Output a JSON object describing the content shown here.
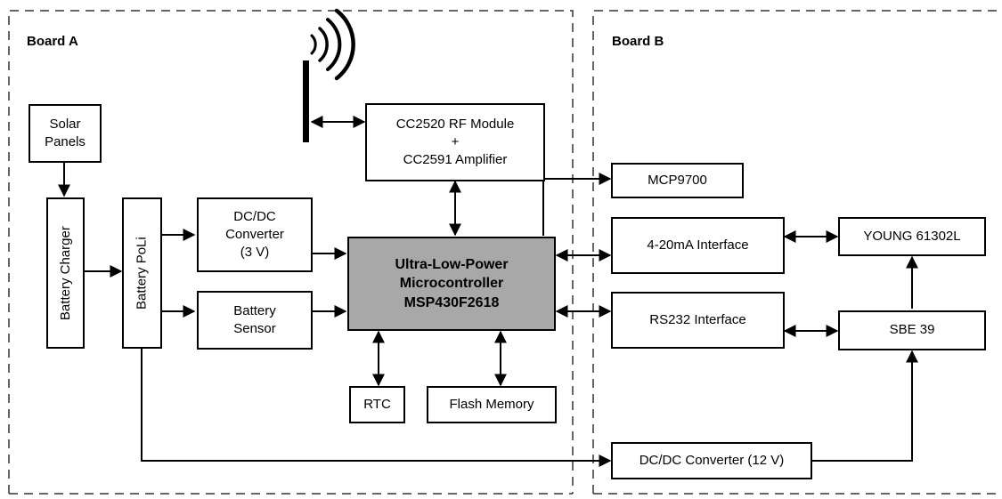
{
  "boards": {
    "a": "Board A",
    "b": "Board B"
  },
  "blocks": {
    "solar_panels": "Solar\nPanels",
    "battery_charger": "Battery Charger",
    "battery_poli": "Battery PoLi",
    "dcdc_3v": "DC/DC\nConverter\n(3 V)",
    "battery_sensor": "Battery\nSensor",
    "rf_module": "CC2520 RF Module\n+\nCC2591 Amplifier",
    "mcu": "Ultra-Low-Power\nMicrocontroller\nMSP430F2618",
    "rtc": "RTC",
    "flash": "Flash Memory",
    "mcp9700": "MCP9700",
    "if_4_20": "4-20mA Interface",
    "rs232": "RS232 Interface",
    "young": "YOUNG 61302L",
    "sbe39": "SBE 39",
    "dcdc_12v": "DC/DC Converter (12 V)"
  },
  "icons": [
    "antenna-icon",
    "radio-waves-icon"
  ]
}
